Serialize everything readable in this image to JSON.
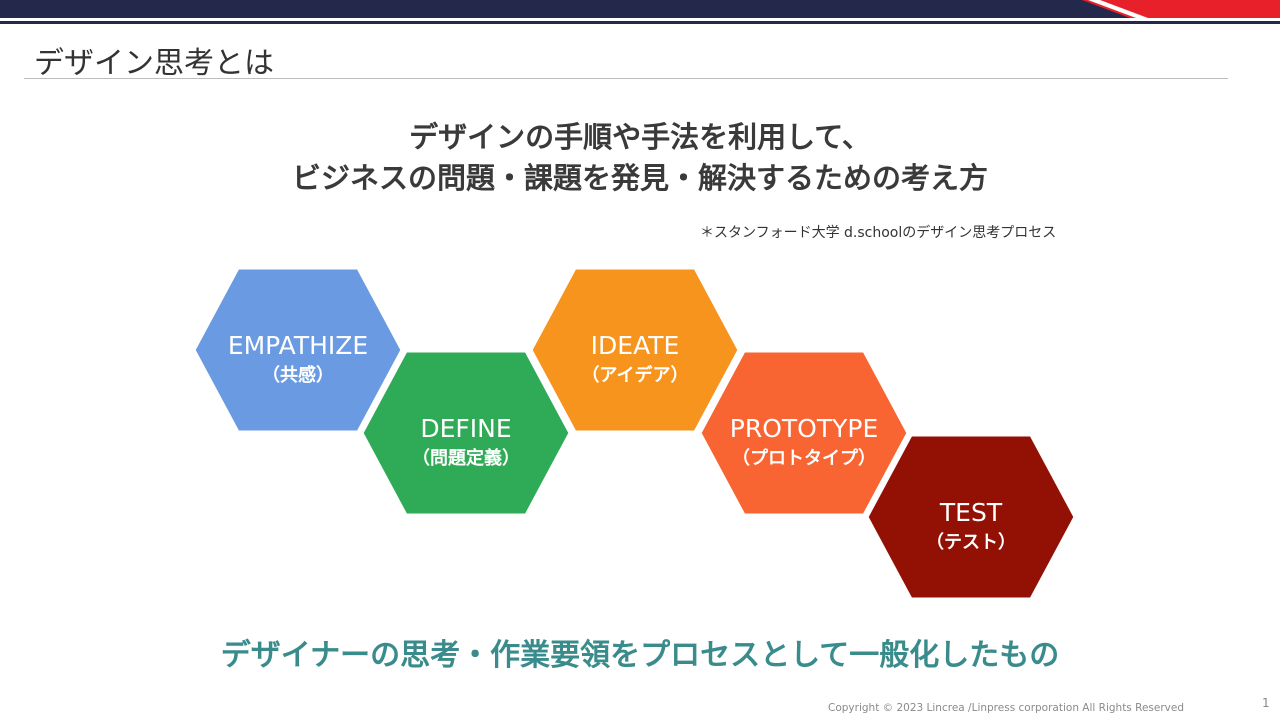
{
  "colors": {
    "navy": "#24284a",
    "red": "#e8202a",
    "teal_text": "#3a8c8c",
    "empathize": "#6a9be2",
    "define": "#2faa56",
    "ideate": "#f6941e",
    "prototype": "#f96532",
    "test": "#931005"
  },
  "slide": {
    "title": "デザイン思考とは",
    "headline_line1": "デザインの手順や手法を利用して、",
    "headline_line2": "ビジネスの問題・課題を発見・解決するための考え方",
    "note": "＊スタンフォード大学 d.schoolのデザイン思考プロセス",
    "tagline": "デザイナーの思考・作業要領をプロセスとして一般化したもの",
    "copyright": "Copyright © 2023 Lincrea /Linpress corporation All Rights Reserved",
    "page_number": "1"
  },
  "process": [
    {
      "name": "EMPATHIZE",
      "sub": "（共感）",
      "color": "#6a9be2"
    },
    {
      "name": "DEFINE",
      "sub": "（問題定義）",
      "color": "#2faa56"
    },
    {
      "name": "IDEATE",
      "sub": "（アイデア）",
      "color": "#f6941e"
    },
    {
      "name": "PROTOTYPE",
      "sub": "（プロトタイプ）",
      "color": "#f96532"
    },
    {
      "name": "TEST",
      "sub": "（テスト）",
      "color": "#931005"
    }
  ]
}
